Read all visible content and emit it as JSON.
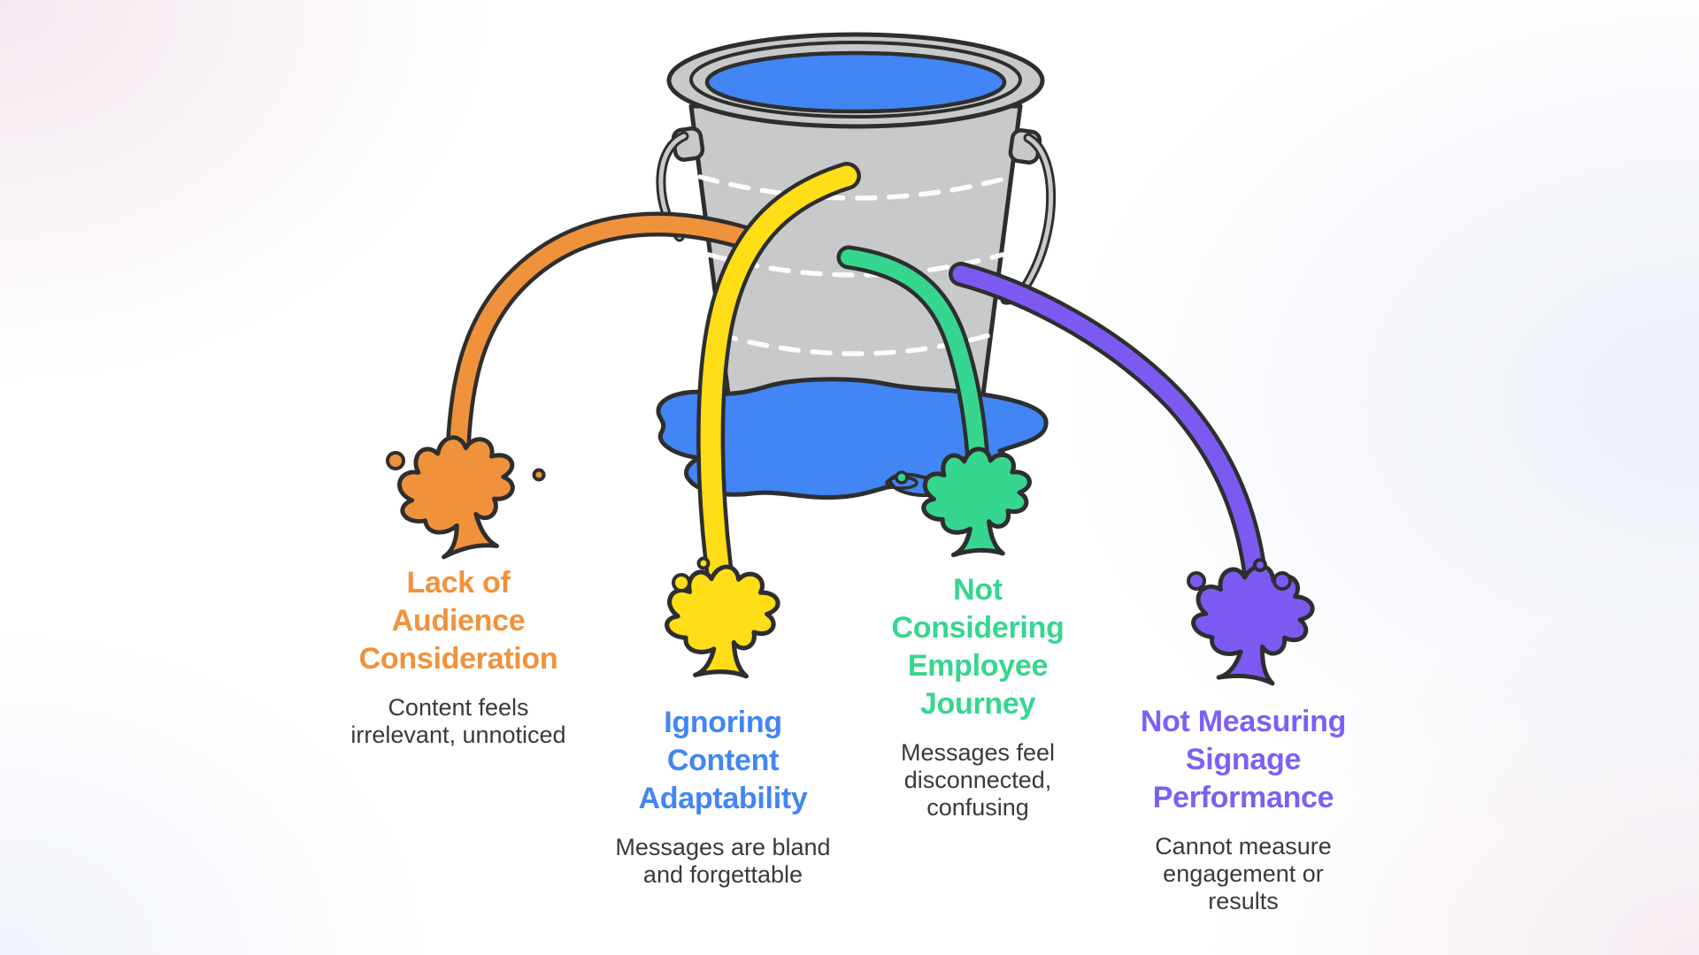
{
  "palette": {
    "outline": "#2E2E2E",
    "bucket_gray": "#C8C9CB",
    "water_blue": "#4285F4",
    "dash_white": "#FFFFFF",
    "body_text": "#3A3A3A"
  },
  "illustration": {
    "bucket_icon": "leaking-bucket-icon",
    "water": "blue-water-surface",
    "puddle": "spilled-water-puddle",
    "splash_icon": "paint-splash-icon",
    "droplet_icon": "paint-droplet-icon"
  },
  "causes": [
    {
      "id": "audience",
      "title": "Lack of\nAudience\nConsideration",
      "title_color": "#F0923C",
      "paint_color": "#F0923C",
      "description": "Content feels\nirrelevant, unnoticed"
    },
    {
      "id": "adaptability",
      "title": "Ignoring\nContent\nAdaptability",
      "title_color": "#4285F4",
      "paint_color": "#FFDE17",
      "description": "Messages are bland\nand forgettable"
    },
    {
      "id": "journey",
      "title": "Not\nConsidering\nEmployee\nJourney",
      "title_color": "#36D68F",
      "paint_color": "#36D68F",
      "description": "Messages feel\ndisconnected,\nconfusing"
    },
    {
      "id": "performance",
      "title": "Not Measuring\nSignage\nPerformance",
      "title_color": "#7D5FF5",
      "paint_color": "#7C5AF2",
      "description": "Cannot measure\nengagement or\nresults"
    }
  ]
}
